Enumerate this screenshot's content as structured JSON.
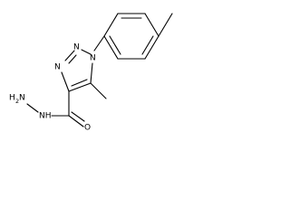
{
  "atoms": {
    "n1": "N",
    "n2": "N",
    "n3": "N",
    "o": "O",
    "nh": "NH",
    "nh2": "H",
    "nh2_sub": "2",
    "nh2_n": "N"
  }
}
